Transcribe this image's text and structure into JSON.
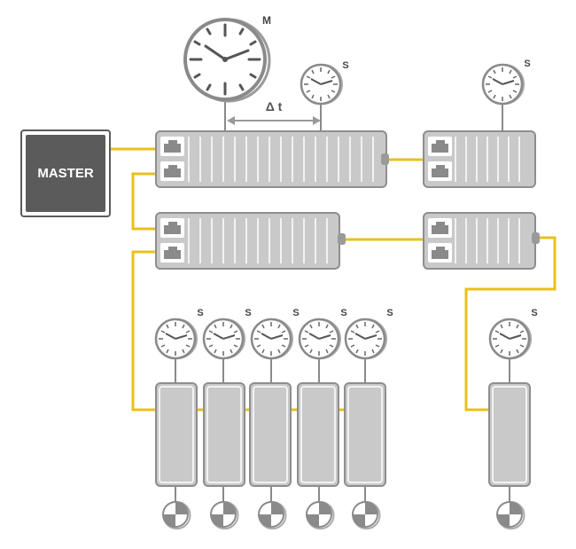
{
  "master": {
    "label": "MASTER"
  },
  "clocks": {
    "master_label": "M",
    "slave_label": "S"
  },
  "delta": {
    "label": "Δ t"
  },
  "colors": {
    "wire": "#e8c11a",
    "device_fill": "#c9c9c9",
    "device_stroke": "#8e8e8e",
    "master_fill": "#5b5b5b",
    "clock_stroke": "#8a8a8a",
    "text": "#444444"
  }
}
